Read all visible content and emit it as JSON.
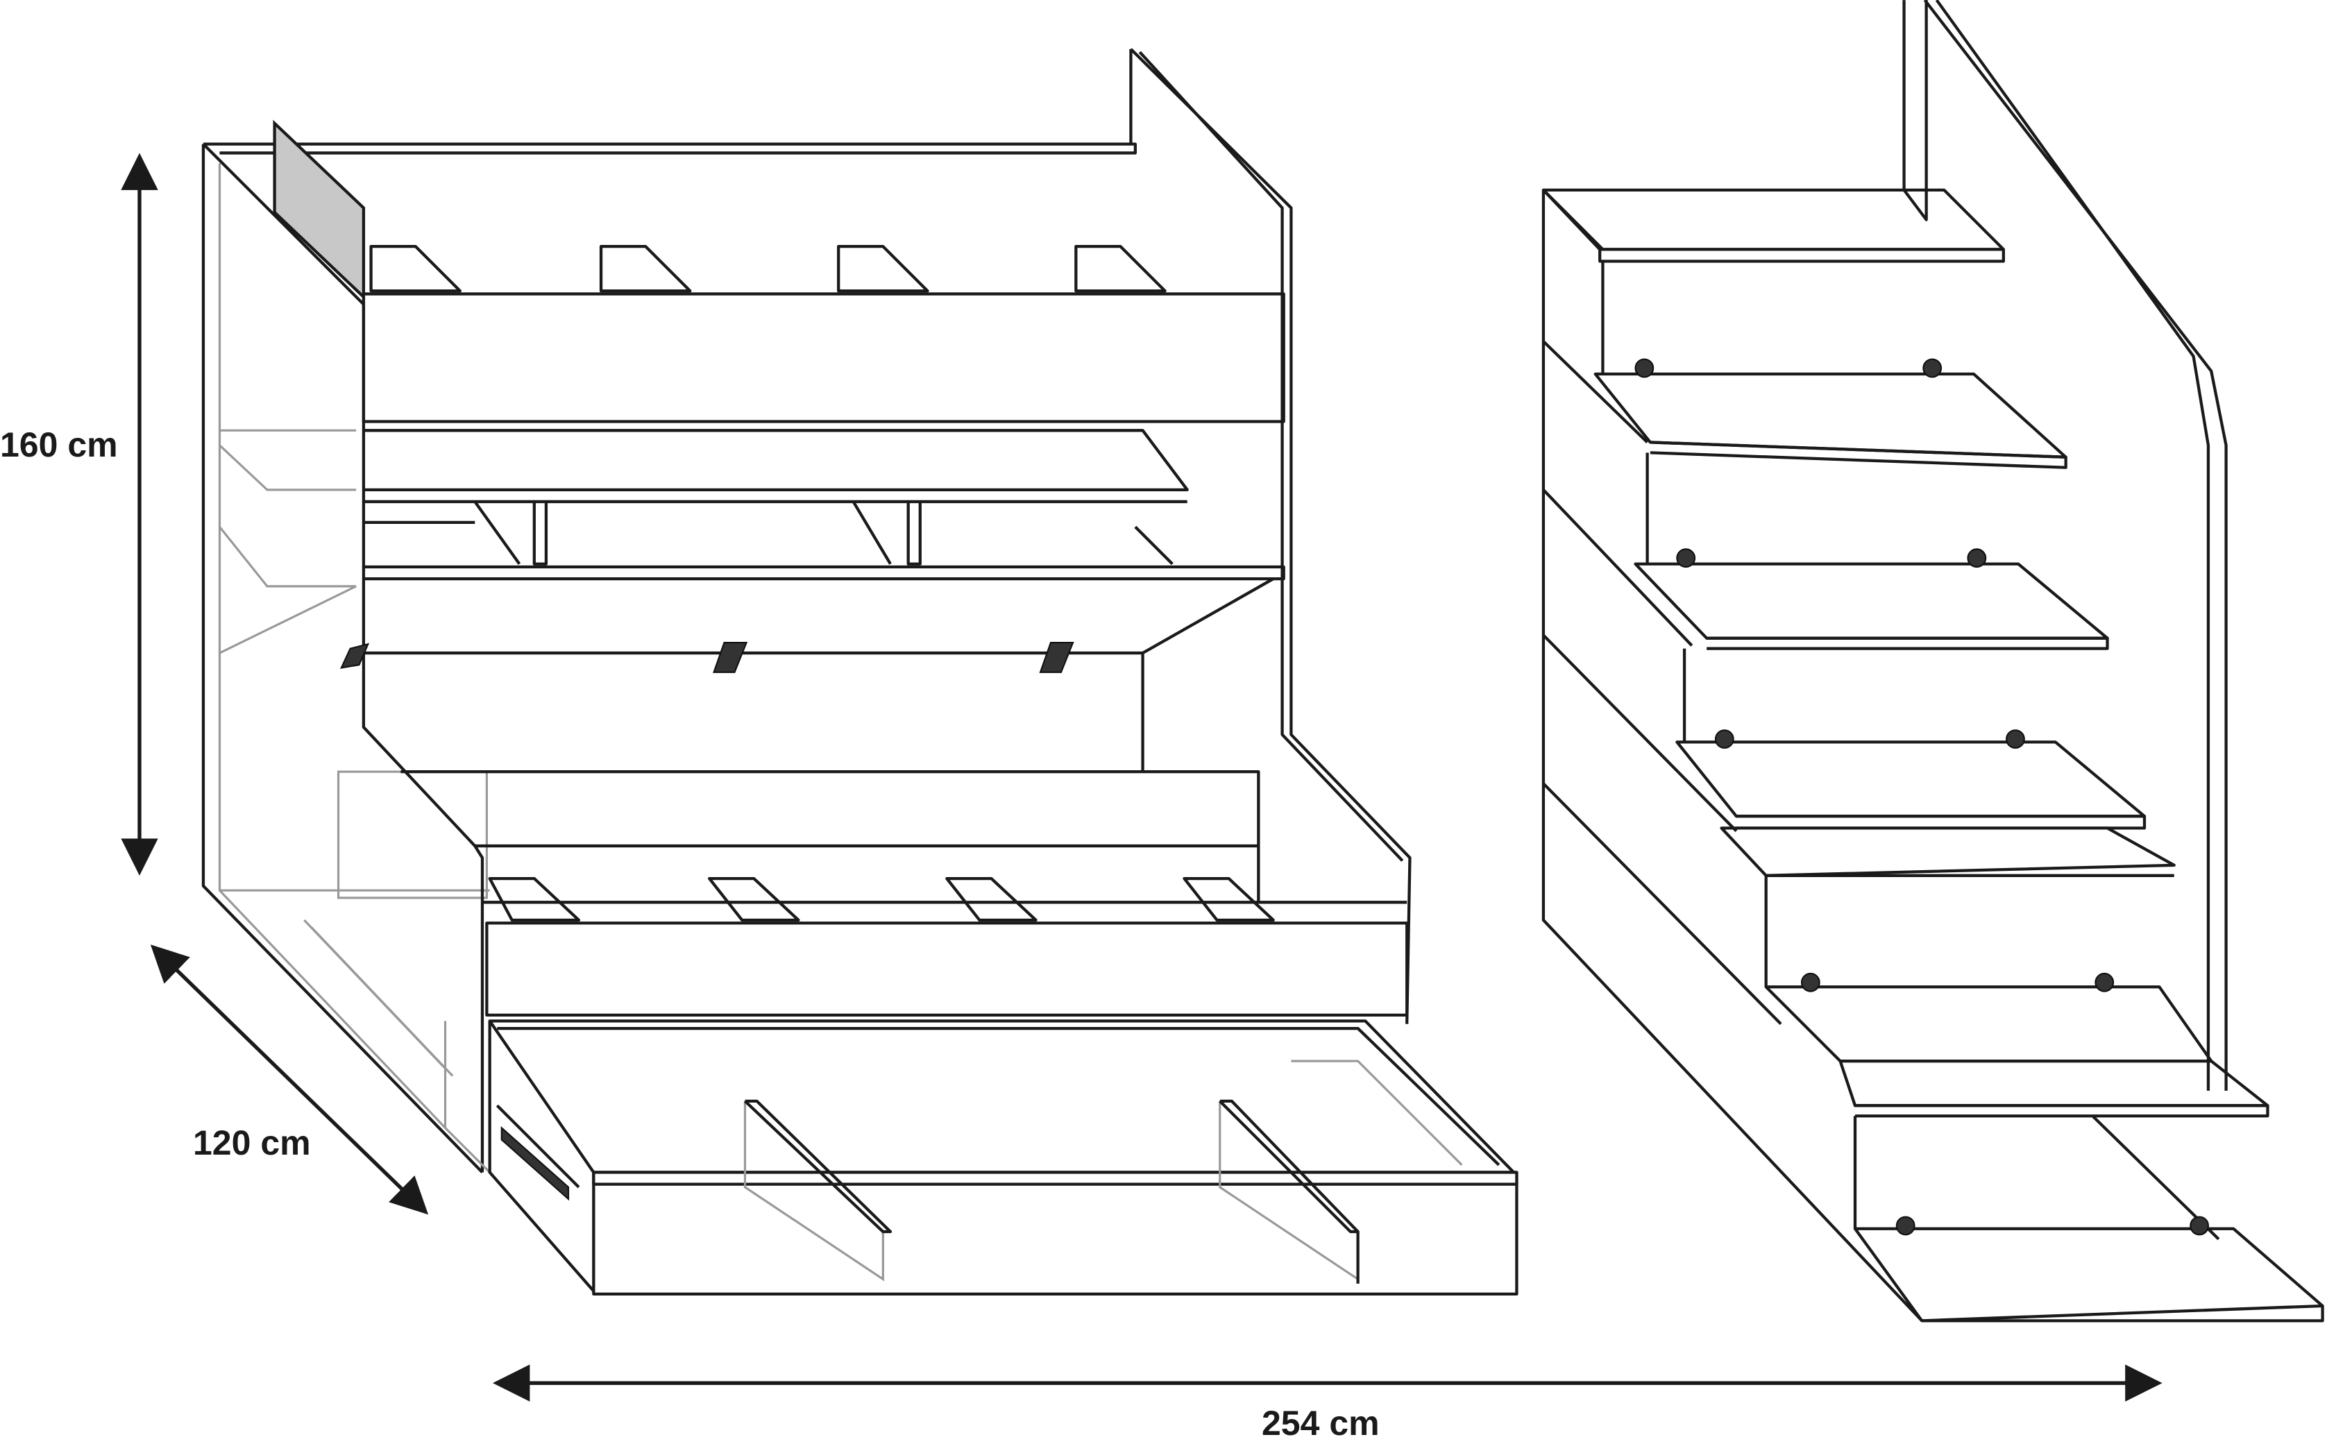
{
  "dimensions": {
    "height": "160 cm",
    "depth": "120 cm",
    "width": "254 cm"
  },
  "colors": {
    "line": "#1a1a1a",
    "ghost_line": "#999999",
    "accent_panel": "#c8c8c8"
  }
}
